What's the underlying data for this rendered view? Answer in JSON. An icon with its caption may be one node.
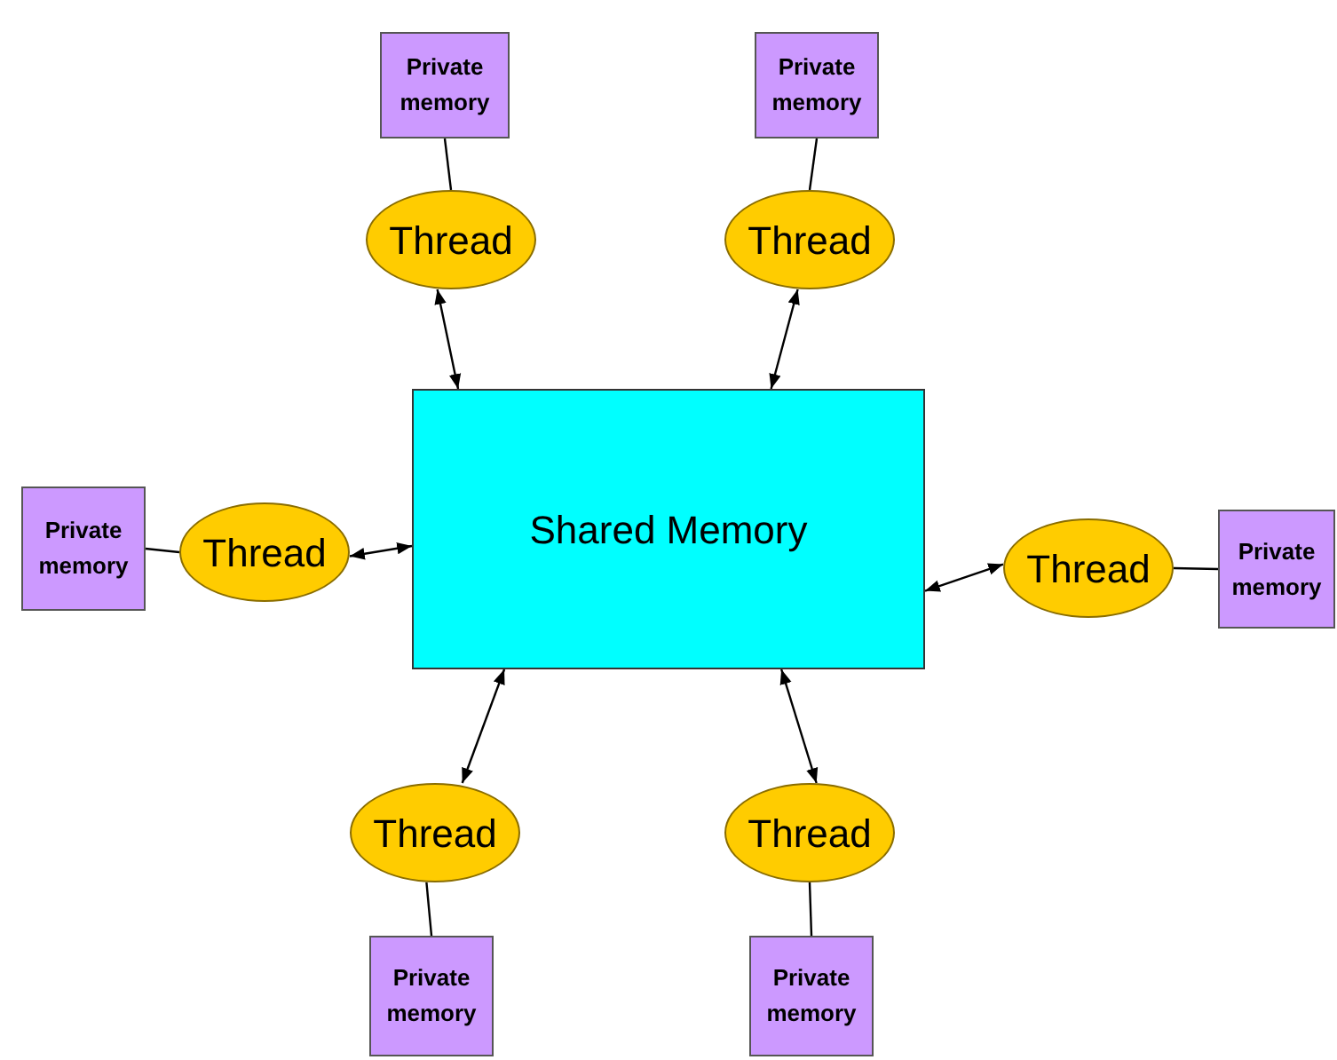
{
  "diagram": {
    "nodes": [
      {
        "text": [
          "Private memory"
        ]
      },
      {
        "text": [
          "Private memory"
        ]
      },
      {
        "text": [
          "Thread"
        ]
      },
      {
        "text": [
          "Thread"
        ]
      },
      {
        "text": [
          "Private memory"
        ]
      },
      {
        "text": [
          "Thread"
        ]
      },
      {
        "text": [
          "Shared Memory"
        ]
      },
      {
        "text": [
          "Thread"
        ]
      },
      {
        "text": [
          "Private memory"
        ]
      },
      {
        "text": [
          "Thread"
        ]
      },
      {
        "text": [
          "Thread"
        ]
      },
      {
        "text": [
          "Private memory"
        ]
      },
      {
        "text": [
          "Private memory"
        ]
      }
    ],
    "edges": [
      {
        "from": 0,
        "to": 2,
        "arrow": "none"
      },
      {
        "from": 1,
        "to": 3,
        "arrow": "none"
      },
      {
        "from": 2,
        "to": 6,
        "arrow": "both"
      },
      {
        "from": 3,
        "to": 6,
        "arrow": "both"
      },
      {
        "from": 4,
        "to": 5,
        "arrow": "none"
      },
      {
        "from": 5,
        "to": 6,
        "arrow": "both"
      },
      {
        "from": 7,
        "to": 6,
        "arrow": "both"
      },
      {
        "from": 7,
        "to": 8,
        "arrow": "none"
      },
      {
        "from": 9,
        "to": 6,
        "arrow": "both"
      },
      {
        "from": 10,
        "to": 6,
        "arrow": "both"
      },
      {
        "from": 9,
        "to": 11,
        "arrow": "none"
      },
      {
        "from": 10,
        "to": 12,
        "arrow": "none"
      }
    ]
  }
}
